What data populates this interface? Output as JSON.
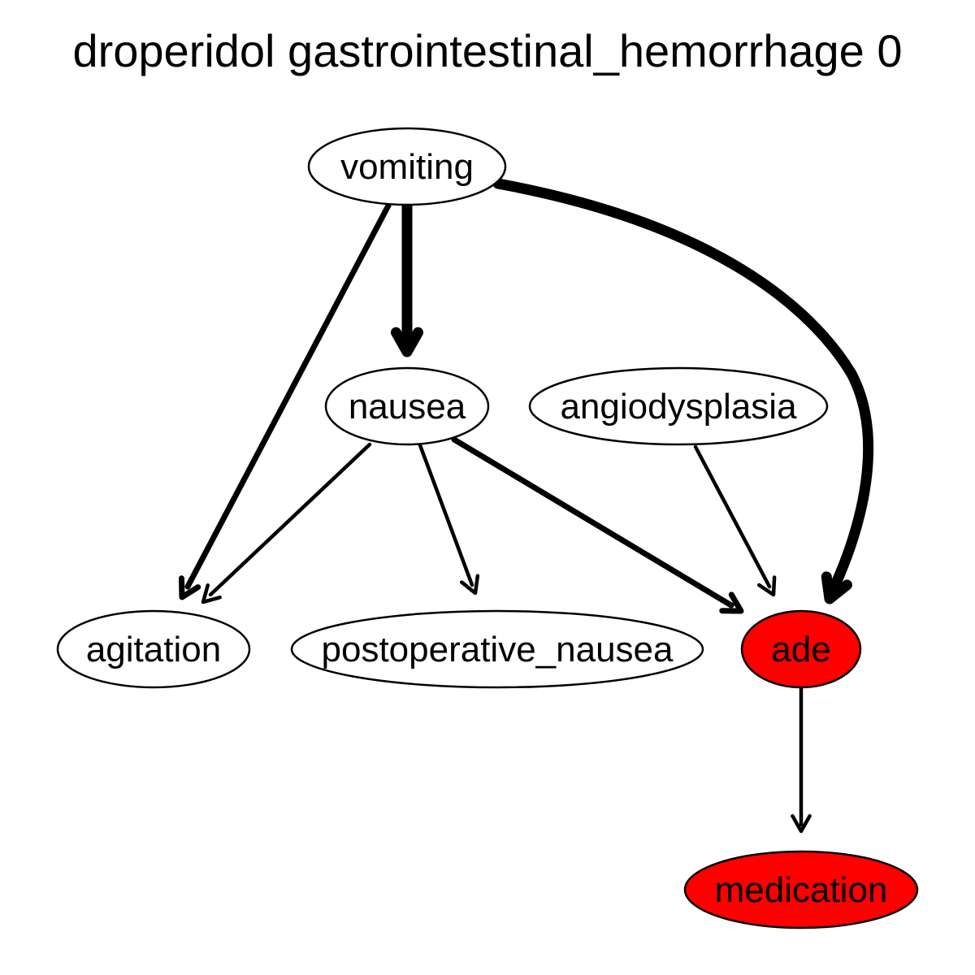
{
  "title": "droperidol gastrointestinal_hemorrhage 0",
  "colors": {
    "highlight_fill": "#ff0000",
    "default_fill": "#ffffff",
    "stroke": "#000000"
  },
  "nodes": [
    {
      "id": "vomiting",
      "label": "vomiting",
      "highlighted": false
    },
    {
      "id": "nausea",
      "label": "nausea",
      "highlighted": false
    },
    {
      "id": "angiodysplasia",
      "label": "angiodysplasia",
      "highlighted": false
    },
    {
      "id": "agitation",
      "label": "agitation",
      "highlighted": false
    },
    {
      "id": "postoperative_nausea",
      "label": "postoperative_nausea",
      "highlighted": false
    },
    {
      "id": "ade",
      "label": "ade",
      "highlighted": true
    },
    {
      "id": "medication",
      "label": "medication",
      "highlighted": true
    }
  ],
  "edges": [
    {
      "from": "vomiting",
      "to": "nausea",
      "weight": "heavy"
    },
    {
      "from": "vomiting",
      "to": "agitation",
      "weight": "medium"
    },
    {
      "from": "vomiting",
      "to": "ade",
      "weight": "heavy"
    },
    {
      "from": "nausea",
      "to": "agitation",
      "weight": "light"
    },
    {
      "from": "nausea",
      "to": "postoperative_nausea",
      "weight": "light"
    },
    {
      "from": "nausea",
      "to": "ade",
      "weight": "medium"
    },
    {
      "from": "angiodysplasia",
      "to": "ade",
      "weight": "light"
    },
    {
      "from": "ade",
      "to": "medication",
      "weight": "light"
    }
  ]
}
